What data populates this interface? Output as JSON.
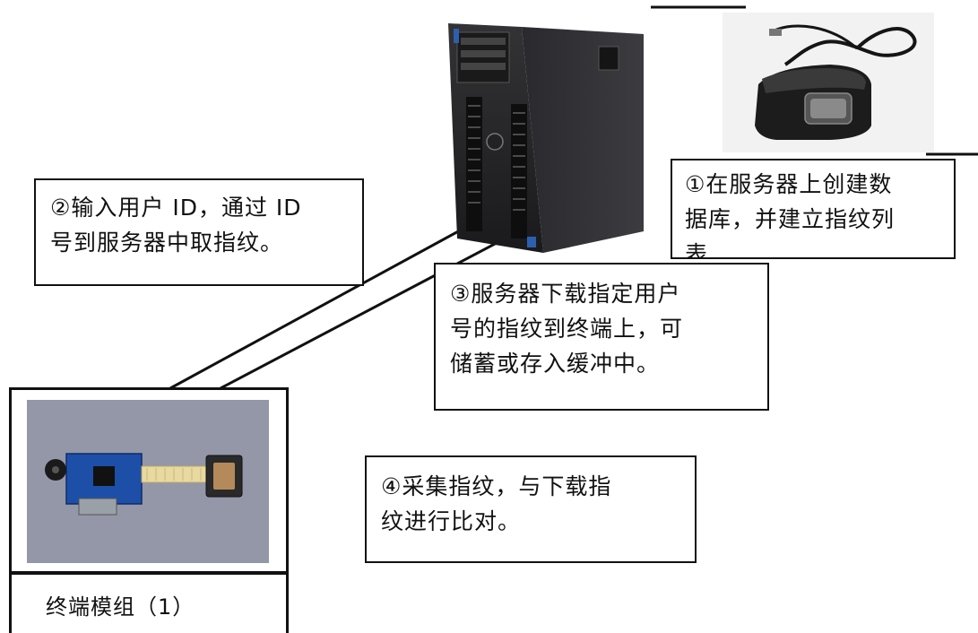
{
  "steps": {
    "step1": {
      "lines": [
        "①在服务器上创建数",
        "据库，并建立指纹列",
        "表"
      ]
    },
    "step2": {
      "lines": [
        "②输入用户 ID，通过 ID",
        "号到服务器中取指纹。"
      ]
    },
    "step3": {
      "lines": [
        "③服务器下载指定用户",
        "号的指纹到终端上，可",
        "储蓄或存入缓冲中。"
      ]
    },
    "step4": {
      "lines": [
        "④采集指纹，与下载指",
        "纹进行比对。"
      ]
    }
  },
  "module": {
    "label": "终端模组（1）"
  },
  "images": {
    "server": "server-tower-icon",
    "usb_reader": "usb-fingerprint-reader-icon",
    "module_board": "fingerprint-module-board-icon"
  }
}
